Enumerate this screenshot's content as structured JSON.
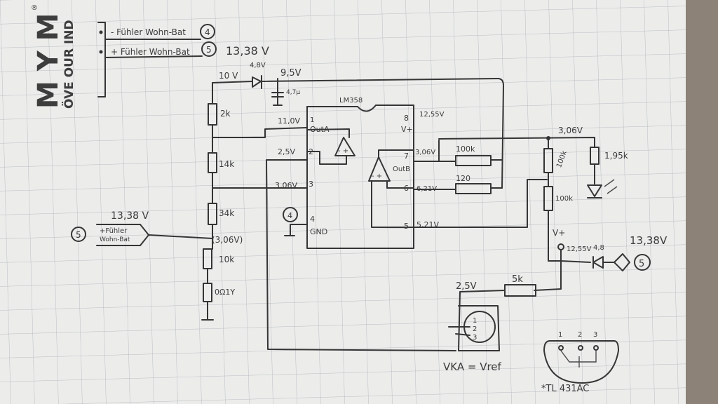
{
  "logo": {
    "big": "M Y M",
    "small": "ÖVE OUR IND",
    "registered": "®"
  },
  "legend": {
    "line1": "- Fühler Wohn-Bat",
    "line1_tag": "4",
    "line2": "+ Fühler Wohn-Bat",
    "line2_tag": "5",
    "voltage": "13,38 V"
  },
  "supply": {
    "v10": "10 V",
    "zener": "4,8V",
    "v95": "9,5V",
    "cap": "4,7μ",
    "chip": "LM358"
  },
  "divider": {
    "r1": "2k",
    "r2": "14k",
    "r3": "34k",
    "v306": "(3,06V)",
    "r4": "10k",
    "r5": "0Ω1Y"
  },
  "input": {
    "tag": "5",
    "voltage": "13,38 V",
    "label1": "+Fühler",
    "label2": "Wohn-Bat"
  },
  "ic": {
    "p1": "1",
    "p1v": "11,0V",
    "p1n": "OutA",
    "p2": "2",
    "p2v": "2,5V",
    "p3": "3",
    "p3v": "3,06V",
    "p4": "4",
    "p4n": "GND",
    "gnd_tag": "4",
    "p8": "8",
    "p8v": "12,55V",
    "p8n": "V+",
    "p7": "7",
    "p7v": "3,06V",
    "p7n": "OutB",
    "p6": "6",
    "p6v": "6,21V",
    "p5": "5",
    "p5v": "5,21V"
  },
  "feedback": {
    "r100k": "100k",
    "r120": "120"
  },
  "right": {
    "v306": "3,06V",
    "r100k_a": "100k",
    "r100k_b": "100k",
    "r195k": "1,95k",
    "vplus": "V+",
    "v1255": "12,55V",
    "diode": "4,8",
    "v1338": "13,38V",
    "tag": "5"
  },
  "ref": {
    "v25": "2,5V",
    "r5k": "5k",
    "pins": [
      "1",
      "2",
      "3"
    ],
    "eq": "VKA = Vref",
    "part": "*TL 431AC"
  }
}
